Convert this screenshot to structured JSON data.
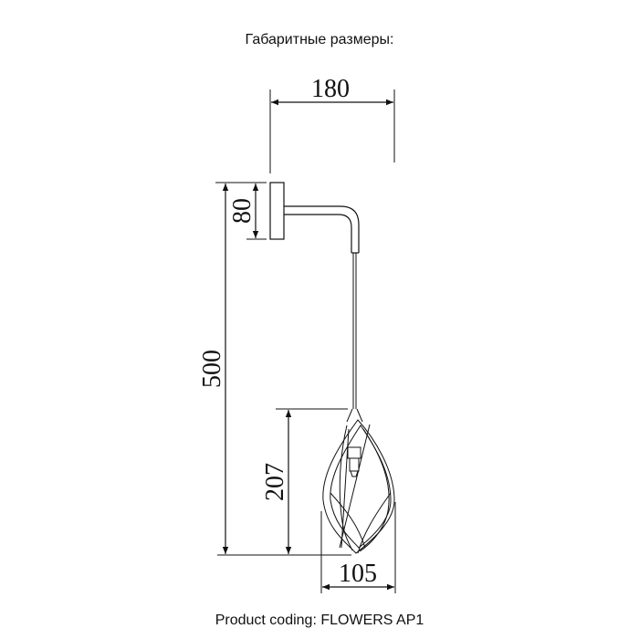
{
  "title": "Габаритные размеры:",
  "dimensions": {
    "width_total": "180",
    "plate_height": "80",
    "total_height": "500",
    "shade_height": "207",
    "shade_width": "105"
  },
  "product_coding": "Product coding: FLOWERS AP1"
}
